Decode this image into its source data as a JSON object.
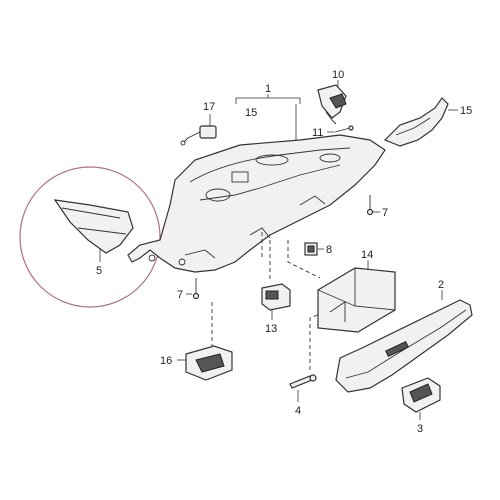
{
  "callouts": {
    "c1": "1",
    "c15_top": "15",
    "c15_right": "15",
    "c17": "17",
    "c10": "10",
    "c11": "11",
    "c7_right": "7",
    "c7_left": "7",
    "c5": "5",
    "c8": "8",
    "c14": "14",
    "c2": "2",
    "c13": "13",
    "c16": "16",
    "c4": "4",
    "c3": "3"
  },
  "colors": {
    "highlight_circle": "#b07080",
    "line": "#333333"
  }
}
